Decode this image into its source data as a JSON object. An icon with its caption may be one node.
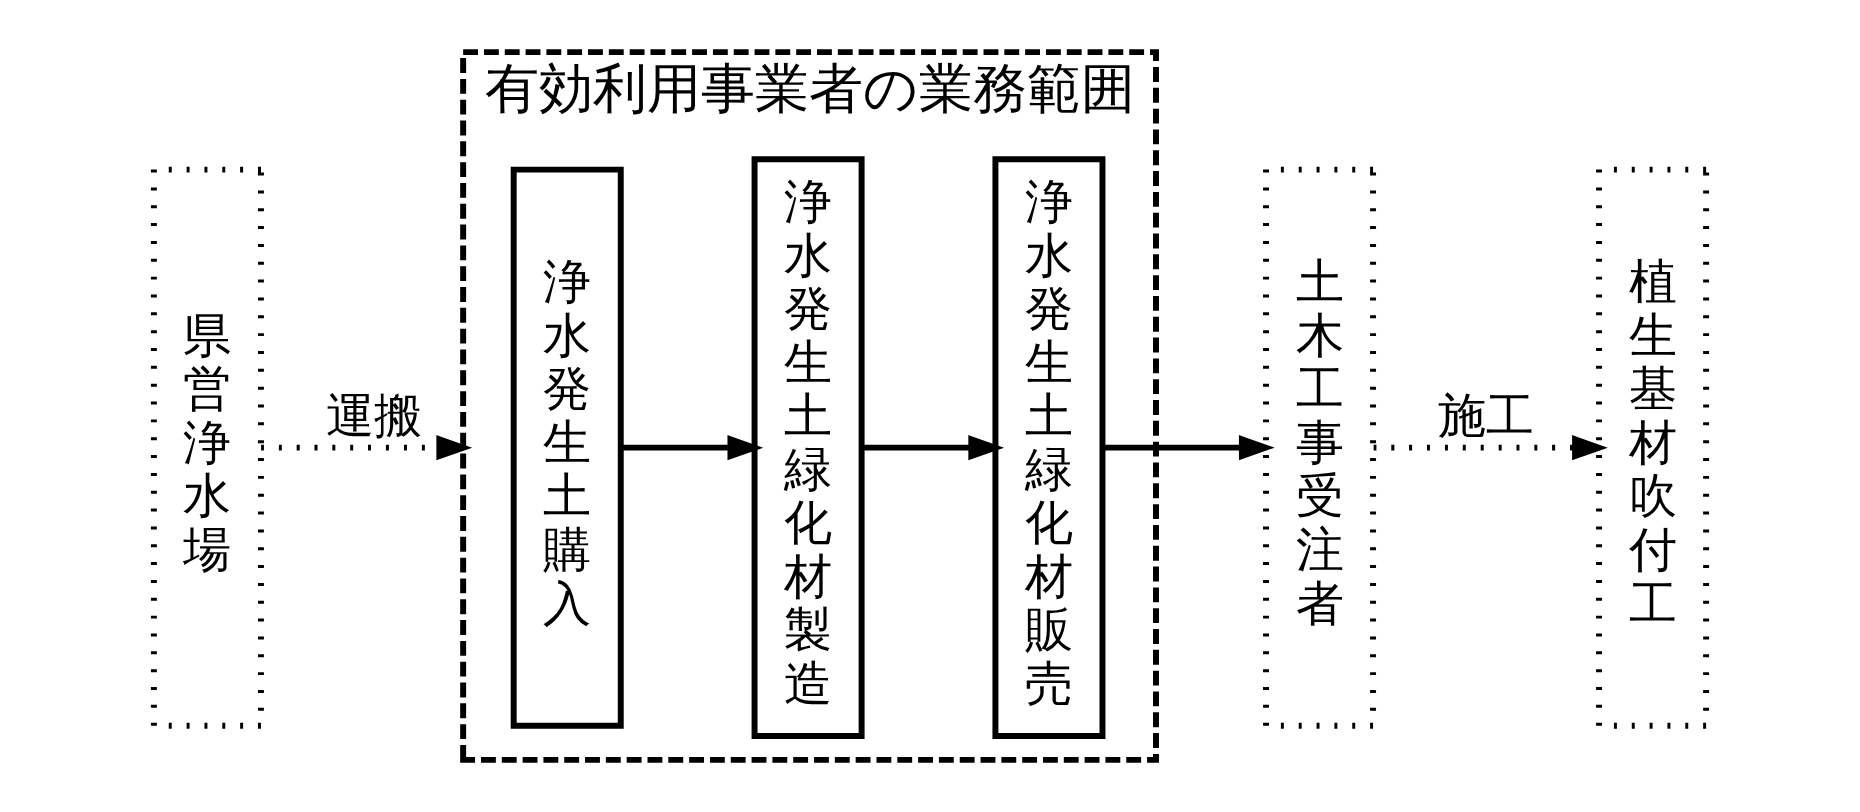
{
  "diagram": {
    "nodes": [
      {
        "text": [
          "県営浄水場"
        ]
      },
      {
        "text": [
          "有効利用事業者の業務範囲"
        ]
      },
      {
        "text": [
          "浄水発生土購入"
        ],
        "in": 1
      },
      {
        "text": [
          "浄水発生土緑化材製造"
        ],
        "in": 1
      },
      {
        "text": [
          "浄水発生土緑化材販売"
        ],
        "in": 1
      },
      {
        "text": [
          "土木工事受注者"
        ]
      },
      {
        "text": [
          "植生基材吹付工"
        ]
      }
    ],
    "edges": [
      {
        "from": 0,
        "to": 1,
        "arrow": "to",
        "label": "運搬",
        "style": "dashed"
      },
      {
        "from": 2,
        "to": 3,
        "arrow": "to"
      },
      {
        "from": 3,
        "to": 4,
        "arrow": "to"
      },
      {
        "from": 4,
        "to": 5,
        "arrow": "to"
      },
      {
        "from": 5,
        "to": 6,
        "arrow": "to",
        "label": "施工",
        "style": "dashed"
      }
    ]
  }
}
